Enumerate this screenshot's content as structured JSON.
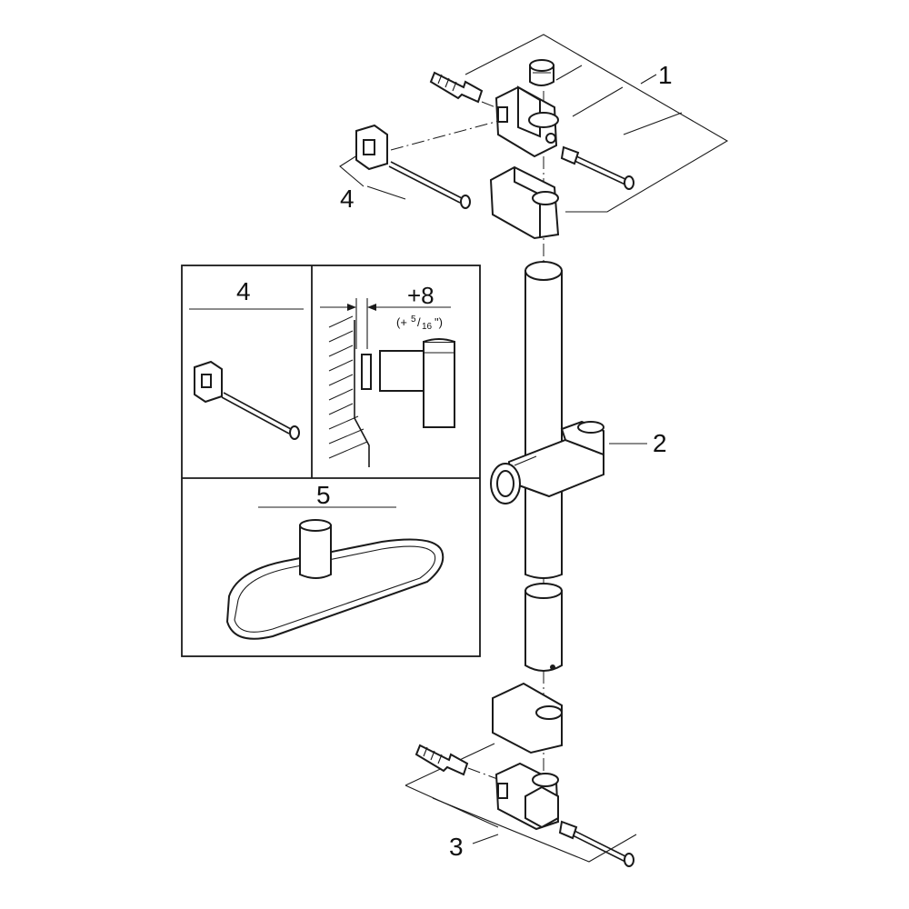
{
  "callouts": {
    "c1": "1",
    "c2": "2",
    "c3": "3",
    "c4": "4",
    "c4_detail": "4",
    "c5": "5"
  },
  "dimension": {
    "value": "+8",
    "imperial_open": "(+",
    "imperial_num": "5",
    "imperial_slash": "/",
    "imperial_den": "16",
    "imperial_close": "\")"
  }
}
